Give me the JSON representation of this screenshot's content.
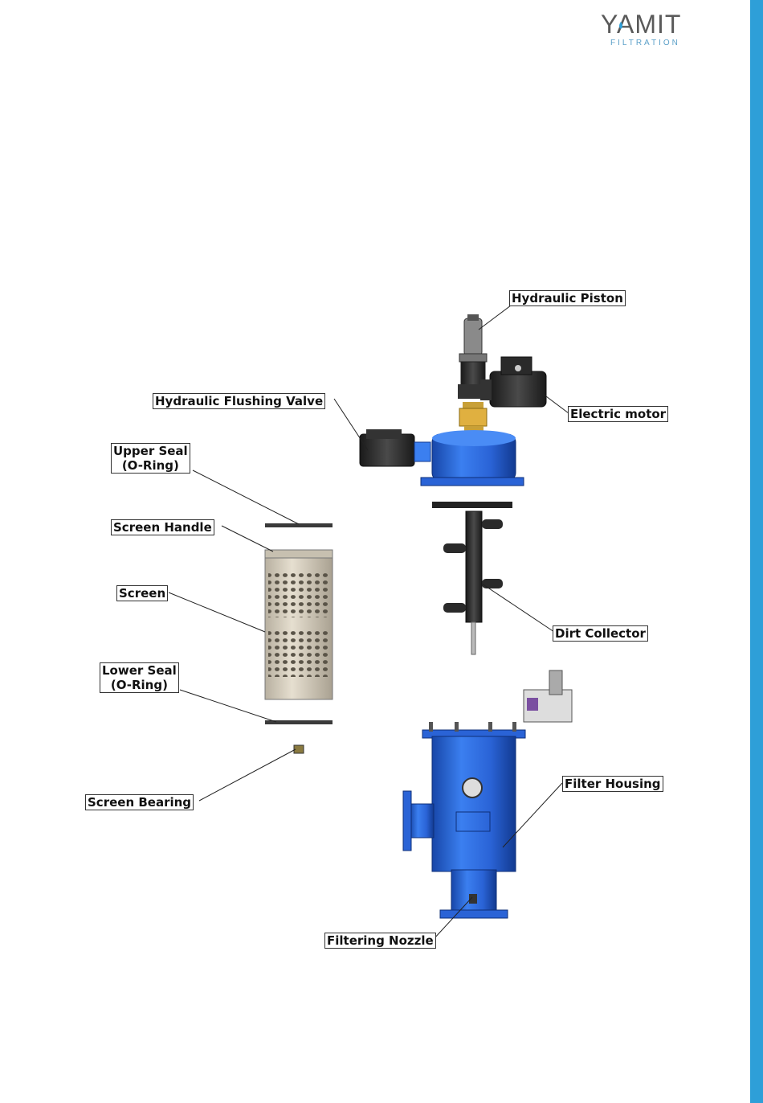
{
  "logo": {
    "name": "YAMIT",
    "sub": "FILTRATION"
  },
  "labels": {
    "hydraulic_piston": "Hydraulic Piston",
    "electric_motor": "Electric motor",
    "hydraulic_flushing_valve": "Hydraulic Flushing Valve",
    "upper_seal": "Upper Seal\n(O-Ring)",
    "screen_handle": "Screen Handle",
    "screen": "Screen",
    "lower_seal": "Lower Seal\n(O-Ring)",
    "dirt_collector": "Dirt Collector",
    "screen_bearing": "Screen Bearing",
    "filter_housing": "Filter Housing",
    "filtering_nozzle": "Filtering Nozzle"
  },
  "colors": {
    "accent_bar": "#2e9fd8",
    "housing_blue": "#1f5fd0",
    "screen_tan": "#d9d2c3",
    "collector_dark": "#2a2a2a"
  }
}
